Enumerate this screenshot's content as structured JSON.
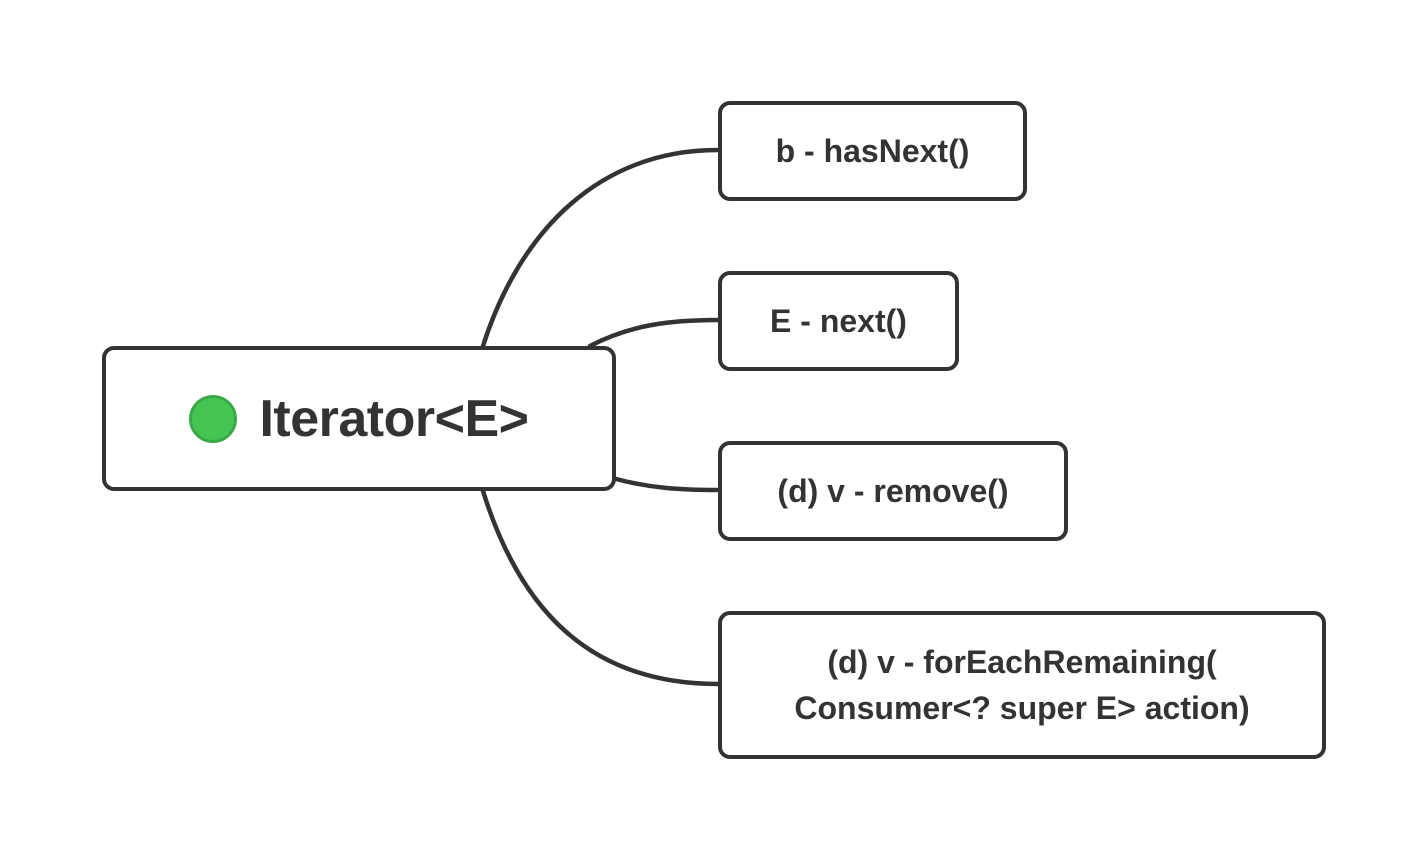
{
  "root": {
    "title": "Iterator<E>",
    "marker_icon": "green-circle-icon",
    "marker_color": "#44c553"
  },
  "children": [
    {
      "lines": [
        "b - hasNext()"
      ]
    },
    {
      "lines": [
        "E - next()"
      ]
    },
    {
      "lines": [
        "(d) v - remove()"
      ]
    },
    {
      "lines": [
        "(d) v - forEachRemaining(",
        "Consumer<? super E> action)"
      ]
    }
  ],
  "colors": {
    "line": "#333333",
    "text": "#333333",
    "background": "#ffffff"
  }
}
